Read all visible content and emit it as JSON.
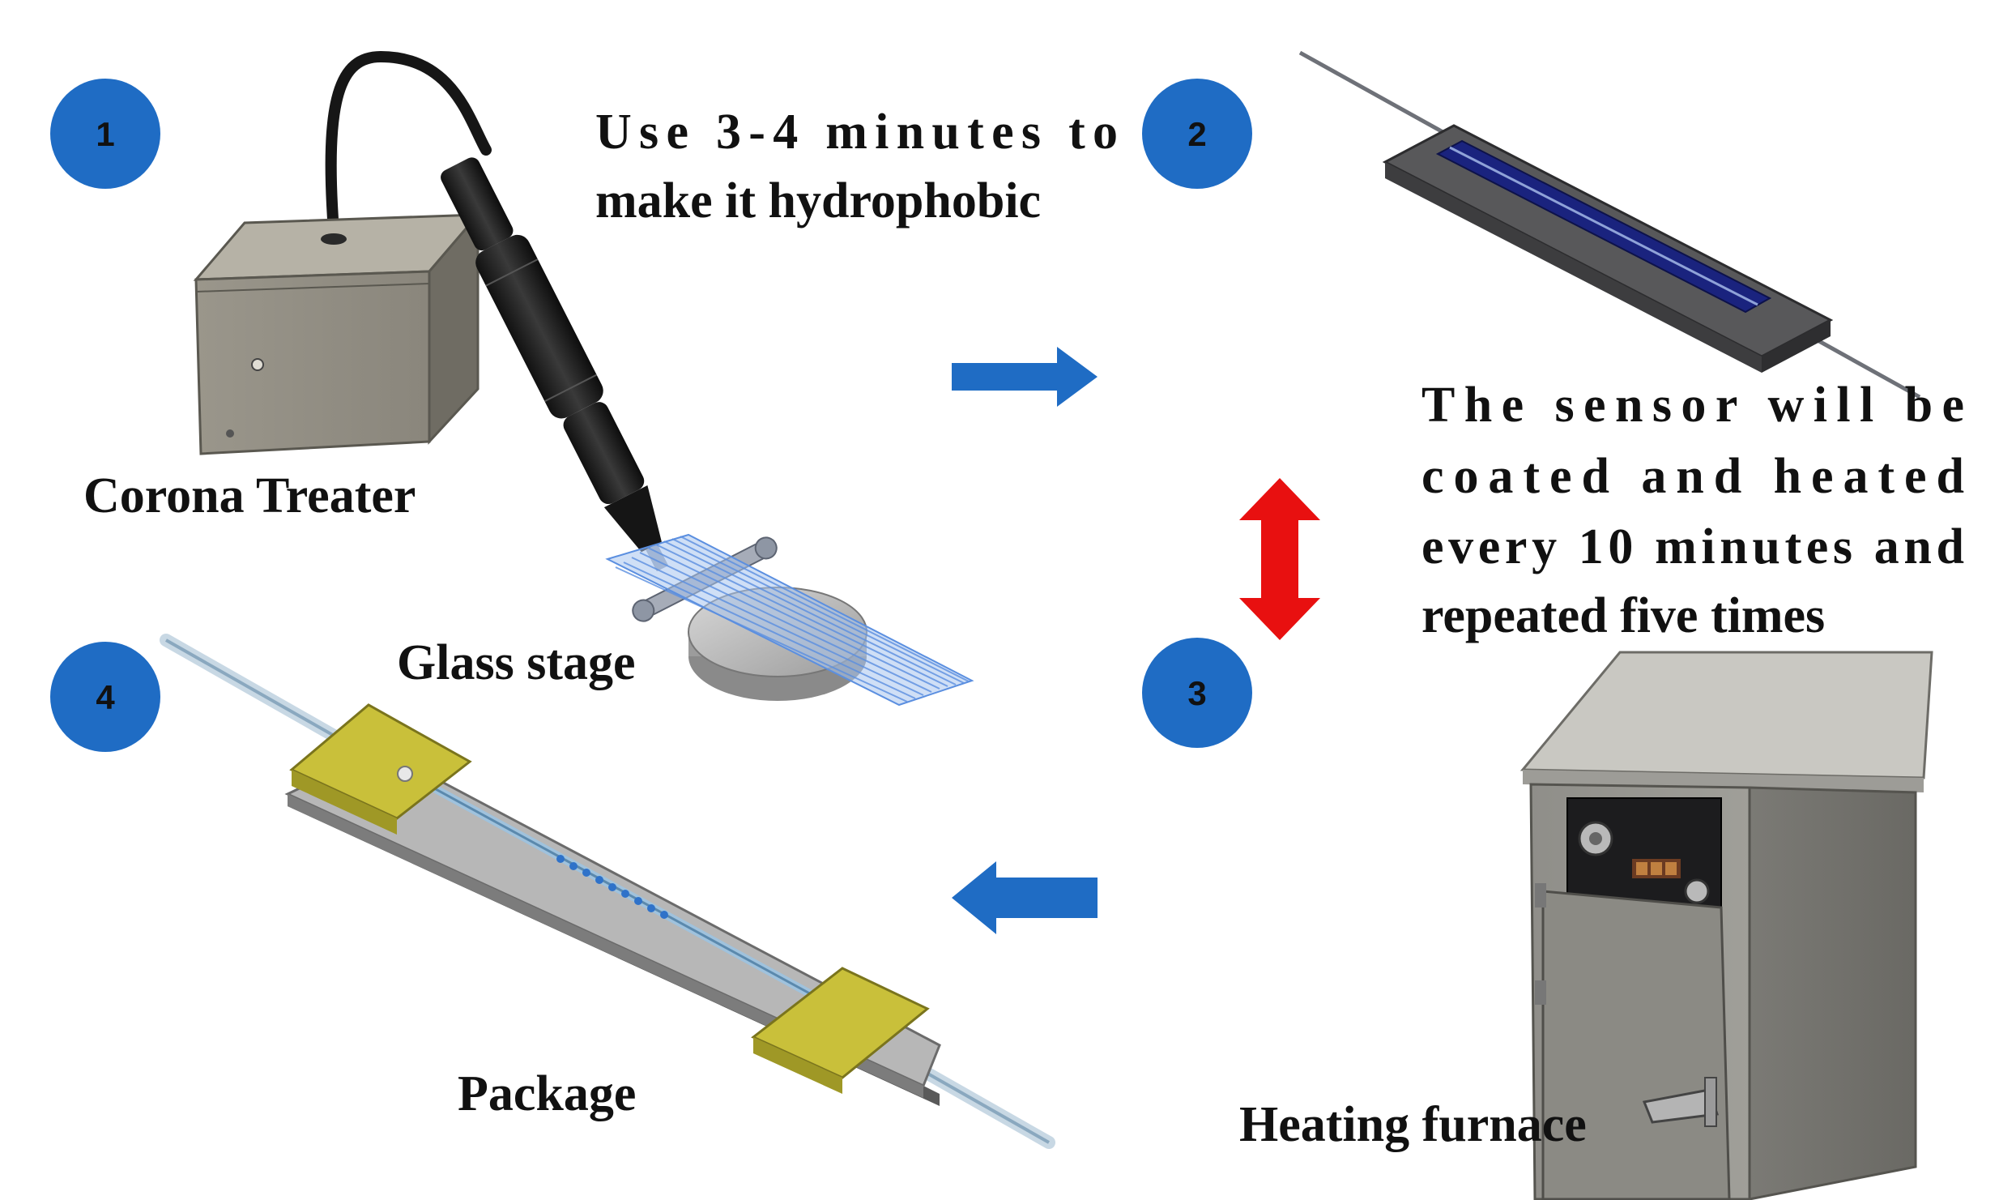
{
  "steps": [
    {
      "number": "1"
    },
    {
      "number": "2"
    },
    {
      "number": "3"
    },
    {
      "number": "4"
    }
  ],
  "labels": {
    "corona_treater": "Corona Treater",
    "glass_stage": "Glass stage",
    "package": "Package",
    "heating_furnace": "Heating furnace"
  },
  "notes": {
    "hydrophobic": [
      "Use 3-4 minutes to",
      "make it hydrophobic"
    ],
    "coating": [
      "The sensor will be",
      "coated and heated",
      "every 10 minutes and",
      "repeated five times"
    ]
  },
  "colors": {
    "step_circle": "#1f6cc4",
    "flow_arrow": "#1f6cc4",
    "repeat_arrow": "#e81010",
    "sensor_channel": "#1a237e",
    "package_clamp": "#c9c03a"
  }
}
